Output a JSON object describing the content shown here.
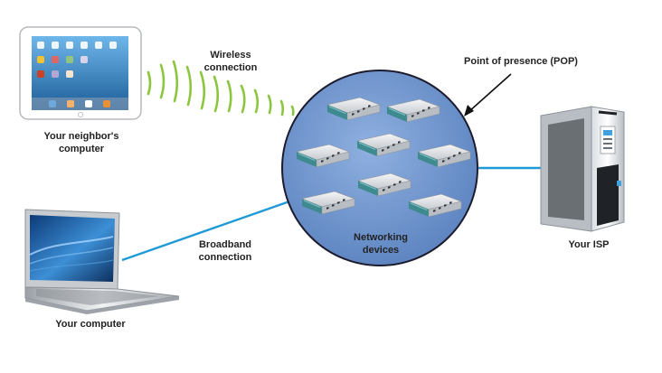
{
  "labels": {
    "neighbor": [
      "Your neighbor's",
      "computer"
    ],
    "wireless": [
      "Wireless",
      "connection"
    ],
    "broadband": [
      "Broadband",
      "connection"
    ],
    "your_computer": "Your computer",
    "pop": "Point of presence (POP)",
    "networking": [
      "Networking",
      "devices"
    ],
    "isp": "Your ISP"
  },
  "colors": {
    "link_line": "#1f9ad6",
    "pop_circle": "#6790c9",
    "pop_border": "#1c1c2e",
    "wireless_waves": "#8cc63f",
    "text": "#222222"
  },
  "icons": {
    "neighbor_device": "tablet-icon",
    "your_device": "laptop-icon",
    "isp_device": "server-tower-icon",
    "network_device": "router-icon"
  }
}
